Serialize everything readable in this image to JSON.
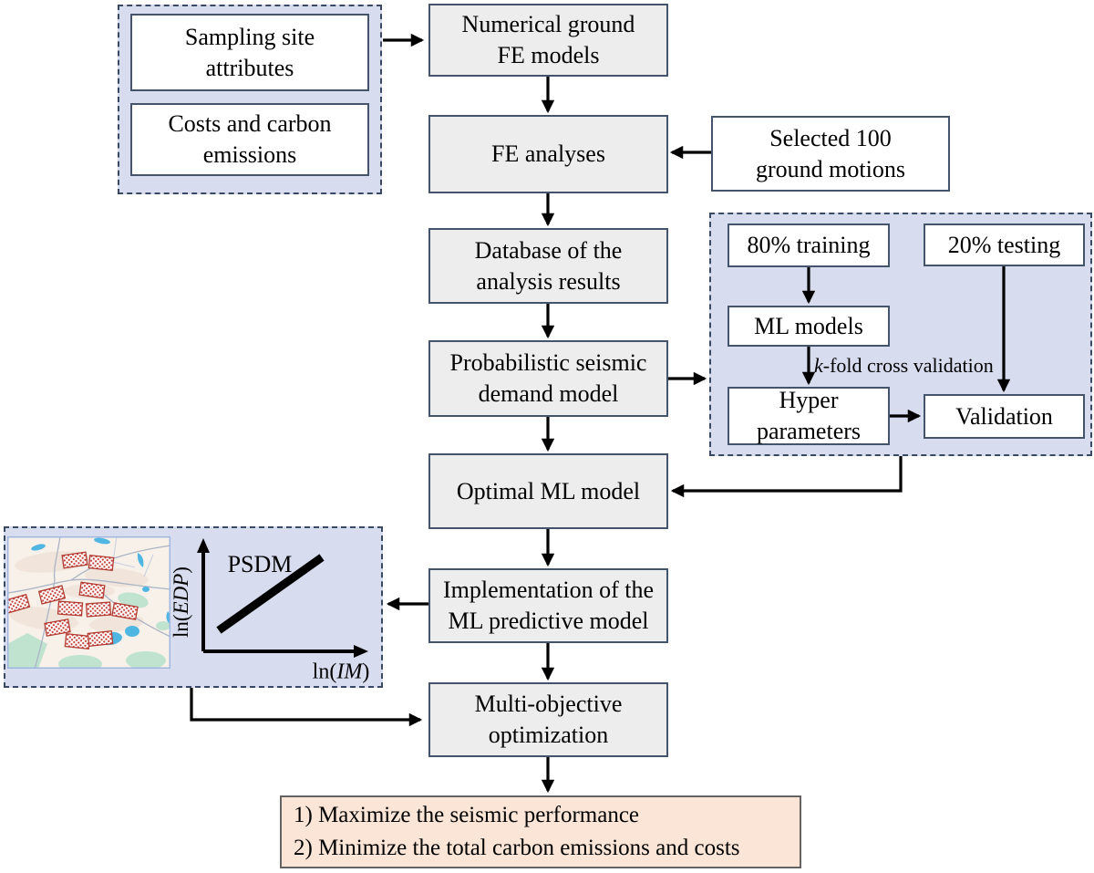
{
  "flow": {
    "sampling": {
      "lines": [
        "Sampling site",
        "attributes"
      ]
    },
    "costs": {
      "lines": [
        "Costs and carbon",
        "emissions"
      ]
    },
    "numerical_fe": {
      "lines": [
        "Numerical ground",
        "FE models"
      ]
    },
    "fe_analyses": {
      "lines": [
        "FE analyses"
      ]
    },
    "ground_motions": {
      "lines": [
        "Selected 100",
        "ground motions"
      ]
    },
    "database": {
      "lines": [
        "Database of the",
        "analysis results"
      ]
    },
    "psdm_model": {
      "lines": [
        "Probabilistic seismic",
        "demand model"
      ]
    },
    "training": {
      "lines": [
        "80% training"
      ]
    },
    "testing": {
      "lines": [
        "20% testing"
      ]
    },
    "ml_models": {
      "lines": [
        "ML models"
      ]
    },
    "kfold_label": {
      "italic_part": "k",
      "text_part": "-fold cross validation"
    },
    "hyper_params": {
      "lines": [
        "Hyper",
        "parameters"
      ]
    },
    "validation": {
      "lines": [
        "Validation"
      ]
    },
    "optimal_ml": {
      "lines": [
        "Optimal ML model"
      ]
    },
    "implementation": {
      "lines": [
        "Implementation of the",
        "ML predictive model"
      ]
    },
    "moo": {
      "lines": [
        "Multi-objective",
        "optimization"
      ]
    },
    "objectives": {
      "lines": [
        "1) Maximize the seismic performance",
        "2) Minimize the total carbon emissions and costs"
      ]
    },
    "plot": {
      "title": "PSDM",
      "ylabel_prefix": "ln(",
      "ylabel_italic": "EDP",
      "ylabel_suffix": ")",
      "xlabel_prefix": "ln(",
      "xlabel_italic": "IM",
      "xlabel_suffix": ")"
    }
  },
  "colors": {
    "group_fill": "#d7dcee",
    "group_border": "#3a4963",
    "box_border": "#44546a",
    "box_fill_gray": "#ededee",
    "box_fill_white": "#ffffff",
    "objectives_fill": "#fbe5d6",
    "objectives_border": "#646464",
    "arrow": "#000000",
    "site_marker_red": "#c23a32",
    "map_water_blue": "#4fb6e2",
    "map_green": "#bfe3cf",
    "map_land": "#f7f1e9"
  }
}
